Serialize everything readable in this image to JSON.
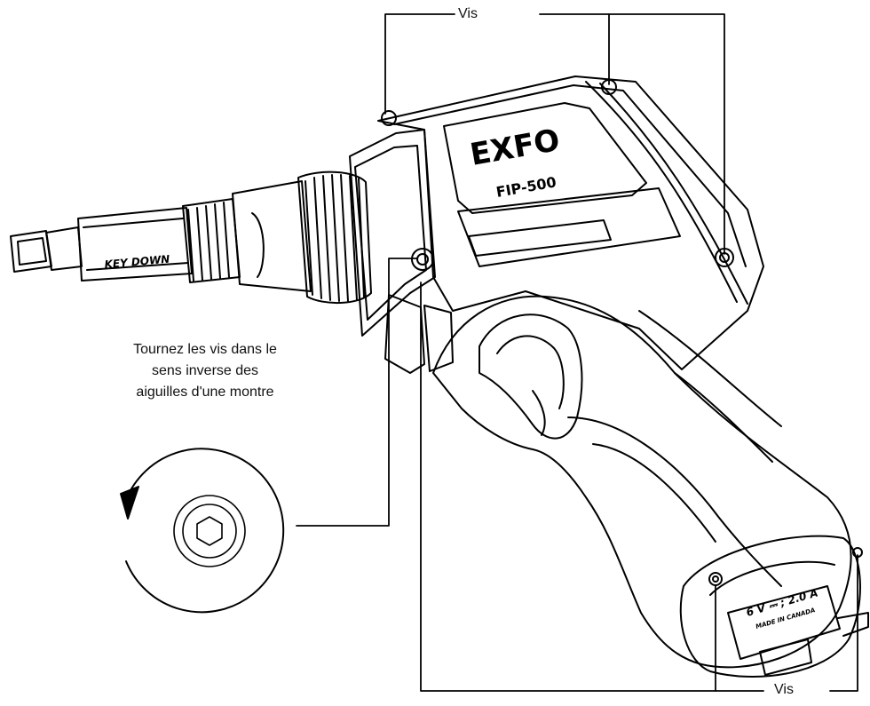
{
  "callouts": {
    "top_label": "Vis",
    "bottom_label": "Vis"
  },
  "instruction": {
    "lines": [
      "Tournez les vis dans le",
      "sens inverse des",
      "aiguilles d'une montre"
    ]
  },
  "device": {
    "brand": "EXFO",
    "model": "FIP-500",
    "tip_marking": "KEY DOWN",
    "rating": "6 V ⎓ ; 2.0 A",
    "origin": "MADE IN CANADA"
  },
  "icons": [
    "counterclockwise-arrow-icon",
    "hex-screw-head-icon"
  ],
  "colors": {
    "line": "#000000",
    "background": "#ffffff"
  }
}
